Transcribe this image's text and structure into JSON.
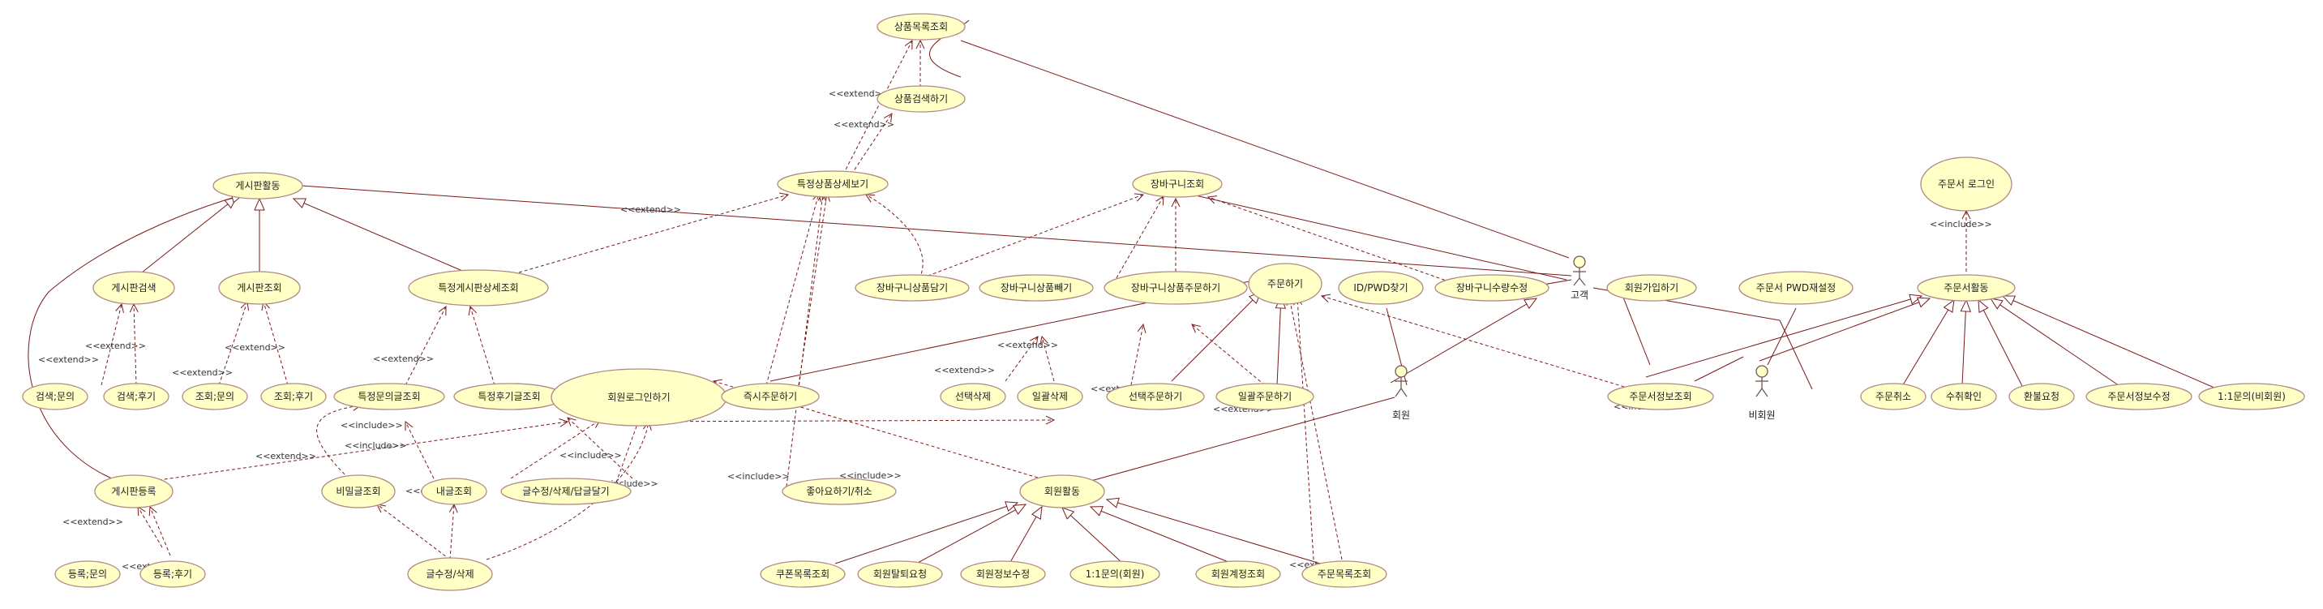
{
  "actors": [
    {
      "id": "customer",
      "label": "고객"
    },
    {
      "id": "member",
      "label": "회원"
    },
    {
      "id": "nonmember",
      "label": "비회원"
    }
  ],
  "use_cases": [
    {
      "id": "product_list",
      "label": "상품목록조회"
    },
    {
      "id": "product_search",
      "label": "상품검색하기"
    },
    {
      "id": "board_activity",
      "label": "게시판활동"
    },
    {
      "id": "product_detail",
      "label": "특정상품상세보기"
    },
    {
      "id": "cart_view",
      "label": "장바구니조회"
    },
    {
      "id": "order_login",
      "label": "주문서 로그인"
    },
    {
      "id": "board_search",
      "label": "게시판검색"
    },
    {
      "id": "board_view",
      "label": "게시판조회"
    },
    {
      "id": "board_detail",
      "label": "특정게시판상세조회"
    },
    {
      "id": "add_to_cart",
      "label": "장바구니상품담기"
    },
    {
      "id": "cart_remove",
      "label": "장바구니상품빼기"
    },
    {
      "id": "cart_order",
      "label": "장바구니상품주문하기"
    },
    {
      "id": "order",
      "label": "주문하기"
    },
    {
      "id": "find_id_pwd",
      "label": "ID/PWD찾기"
    },
    {
      "id": "cart_qty",
      "label": "장바구니수량수정"
    },
    {
      "id": "signup",
      "label": "회원가입하기"
    },
    {
      "id": "order_pwd_reset",
      "label": "주문서 PWD재설정"
    },
    {
      "id": "order_activity",
      "label": "주문서활동"
    },
    {
      "id": "search_inquiry",
      "label": "검색;문의"
    },
    {
      "id": "search_review",
      "label": "검색;후기"
    },
    {
      "id": "view_inquiry",
      "label": "조회;문의"
    },
    {
      "id": "view_review",
      "label": "조회;후기"
    },
    {
      "id": "specific_inquiry",
      "label": "특정문의글조회"
    },
    {
      "id": "specific_review",
      "label": "특정후기글조회"
    },
    {
      "id": "member_login",
      "label": "회원로그인하기"
    },
    {
      "id": "instant_order",
      "label": "즉시주문하기"
    },
    {
      "id": "select_delete",
      "label": "선택삭제"
    },
    {
      "id": "bulk_delete",
      "label": "일괄삭제"
    },
    {
      "id": "select_order",
      "label": "선택주문하기"
    },
    {
      "id": "bulk_order",
      "label": "일괄주문하기"
    },
    {
      "id": "order_info_view",
      "label": "주문서정보조회"
    },
    {
      "id": "order_cancel",
      "label": "주문취소"
    },
    {
      "id": "receipt_confirm",
      "label": "수취확인"
    },
    {
      "id": "refund_request",
      "label": "환불요청"
    },
    {
      "id": "order_info_edit",
      "label": "주문서정보수정"
    },
    {
      "id": "qna_nonmember",
      "label": "1:1문의(비회원)"
    },
    {
      "id": "board_register",
      "label": "게시판등록"
    },
    {
      "id": "secret_post",
      "label": "비밀글조회"
    },
    {
      "id": "my_post",
      "label": "내글조회"
    },
    {
      "id": "post_edit_delete_reply",
      "label": "글수정/삭제/답글달기"
    },
    {
      "id": "like_cancel",
      "label": "좋아요하기/취소"
    },
    {
      "id": "member_activity",
      "label": "회원활동"
    },
    {
      "id": "reg_inquiry",
      "label": "등록;문의"
    },
    {
      "id": "reg_review",
      "label": "등록;후기"
    },
    {
      "id": "post_edit_delete",
      "label": "글수정/삭제"
    },
    {
      "id": "coupon_list",
      "label": "쿠폰목록조회"
    },
    {
      "id": "withdraw",
      "label": "회원탈퇴요청"
    },
    {
      "id": "member_info_edit",
      "label": "회원정보수정"
    },
    {
      "id": "qna_member",
      "label": "1:1문의(회원)"
    },
    {
      "id": "member_account",
      "label": "회원계정조회"
    },
    {
      "id": "order_list",
      "label": "주문목록조회"
    }
  ],
  "stereotypes": {
    "extend": "<<extend>>",
    "include": "<<include>>"
  },
  "colors": {
    "ellipse_fill": "#ffffc6",
    "ellipse_stroke": "#b08a86",
    "line": "#7a1a1a"
  }
}
